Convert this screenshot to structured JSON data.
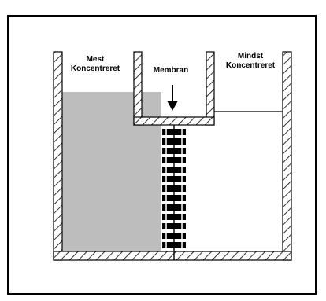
{
  "labels": {
    "left_line1": "Mest",
    "left_line2": "Koncentreret",
    "center": "Membran",
    "right_line1": "Mindst",
    "right_line2": "Koncentreret"
  },
  "colors": {
    "frame": "#000000",
    "wall": "#000000",
    "concentrated_fill": "#bdbdbd",
    "dilute_fill": "#ffffff",
    "membrane": "#000000"
  },
  "icons": {
    "pressure_arrow": "down-arrow-icon"
  }
}
